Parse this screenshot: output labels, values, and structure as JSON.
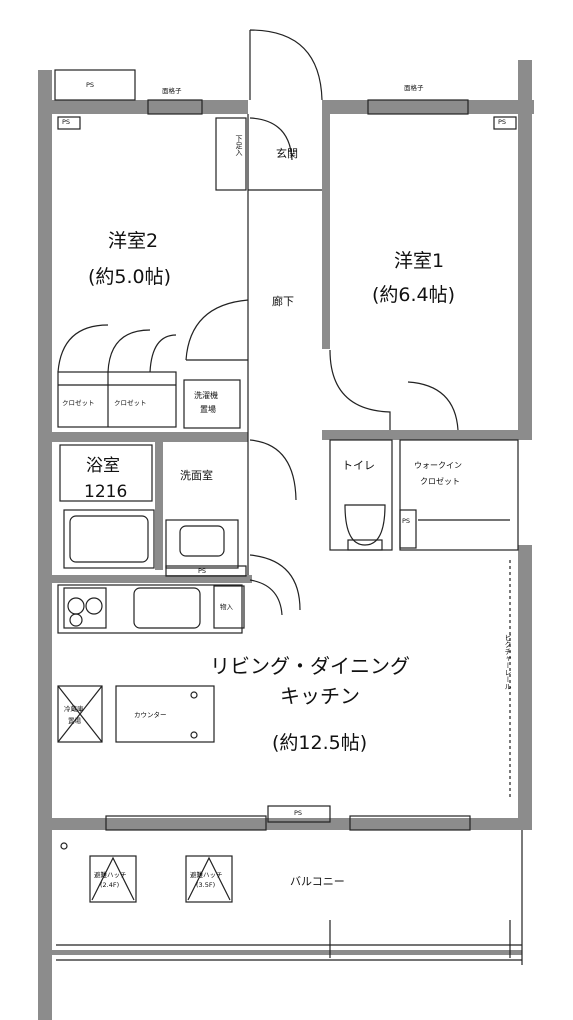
{
  "rooms": {
    "western_room_2": {
      "name": "洋室2",
      "size": "(約5.0帖)"
    },
    "western_room_1": {
      "name": "洋室1",
      "size": "(約6.4帖)"
    },
    "bathroom": {
      "name": "浴室",
      "size": "1216"
    },
    "ldk": {
      "name_line1": "リビング・ダイニング",
      "name_line2": "キッチン",
      "size": "(約12.5帖)"
    },
    "entrance": "玄関",
    "hallway": "廊下",
    "washroom": "洗面室",
    "toilet": "トイレ",
    "walk_in_closet_line1": "ウォークイン",
    "walk_in_closet_line2": "クロゼット",
    "balcony": "バルコニー"
  },
  "fixtures": {
    "closet_a": "クロゼット",
    "closet_b": "クロゼット",
    "washer_line1": "洗濯機",
    "washer_line2": "置場",
    "shoe_rack": "下足入",
    "storage": "物入",
    "counter": "カウンター",
    "fridge_line1": "冷蔵庫",
    "fridge_line2": "置場",
    "picture_rail": "ピクチャーレール",
    "window_grille_left": "面格子",
    "window_grille_right": "面格子",
    "hatch_a_line1": "避難ハッチ",
    "hatch_a_line2": "(2.4F)",
    "hatch_b_line1": "避難ハッチ",
    "hatch_b_line2": "(3.5F)"
  },
  "ps": {
    "top_box": "PS",
    "top_left": "PS",
    "top_right": "PS",
    "wic": "PS",
    "kitchen": "PS",
    "balcony": "PS"
  },
  "colors": {
    "wall": "#8c8c8c",
    "line": "#222222",
    "background": "#ffffff"
  }
}
